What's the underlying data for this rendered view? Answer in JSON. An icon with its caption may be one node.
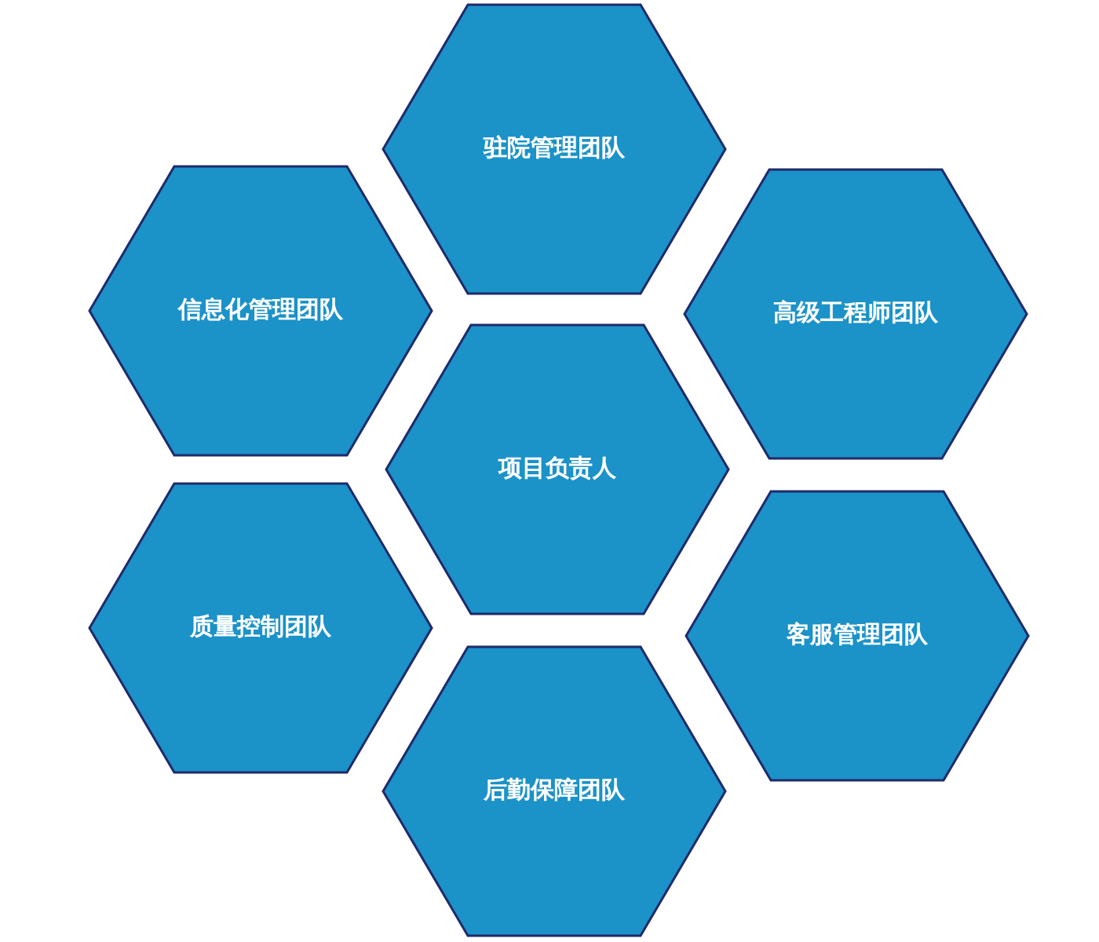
{
  "diagram": {
    "nodes": [
      {
        "text": [
          "驻院管理团队"
        ]
      },
      {
        "text": [
          "信息化管理团队"
        ]
      },
      {
        "text": [
          "高级工程师团队"
        ]
      },
      {
        "text": [
          "项目负责人"
        ]
      },
      {
        "text": [
          "质量控制团队"
        ]
      },
      {
        "text": [
          "客服管理团队"
        ]
      },
      {
        "text": [
          "后勤保障团队"
        ]
      }
    ]
  }
}
